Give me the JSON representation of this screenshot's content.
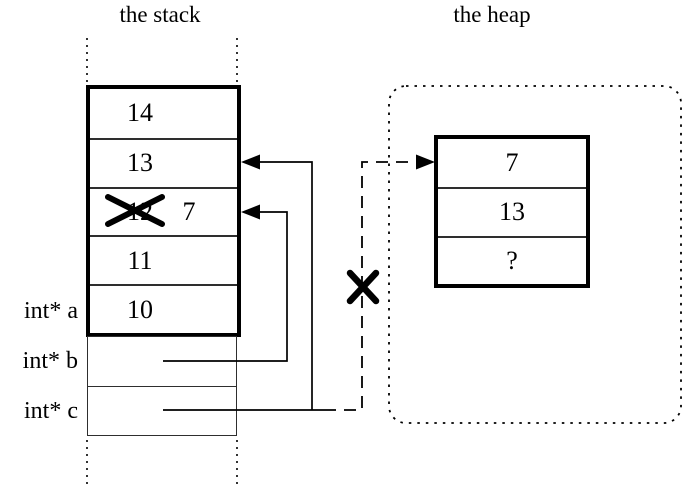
{
  "diagram": {
    "stack": {
      "title": "the stack",
      "cells": [
        {
          "value": "14"
        },
        {
          "value": "13"
        },
        {
          "value": "12",
          "crossed_out": true,
          "new_value": "7"
        },
        {
          "value": "11"
        },
        {
          "value": "10"
        }
      ],
      "pointer_labels": {
        "a": "int* a",
        "b": "int* b",
        "c": "int* c"
      }
    },
    "heap": {
      "title": "the heap",
      "cells": [
        {
          "value": "7"
        },
        {
          "value": "13"
        },
        {
          "value": "?"
        }
      ]
    },
    "pointers": [
      {
        "name": "b",
        "points_to": "stack cell holding 7 (overwritten 12)",
        "style": "solid"
      },
      {
        "name": "c",
        "points_to": "stack cell holding 13",
        "style": "solid"
      },
      {
        "name": "c-old",
        "points_to": "heap block first cell (7)",
        "style": "dashed",
        "invalidated": true
      }
    ],
    "colors": {
      "line": "#000000",
      "background": "#ffffff"
    }
  }
}
